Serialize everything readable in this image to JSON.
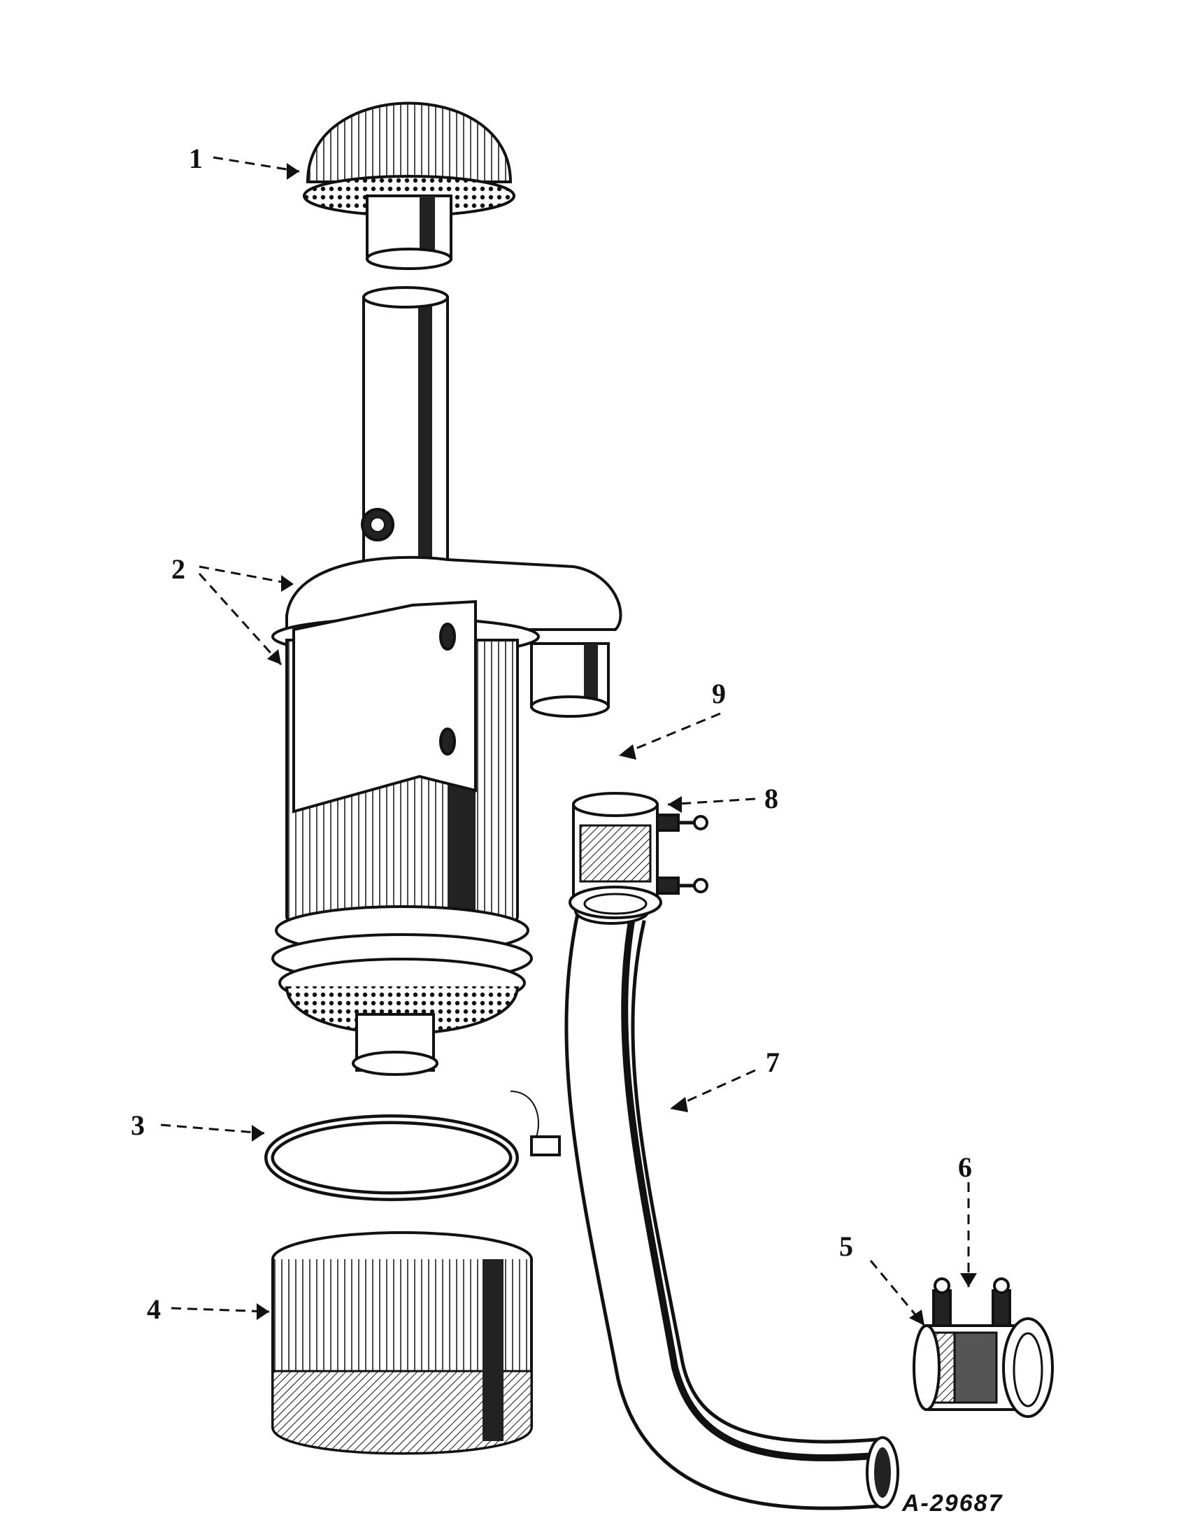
{
  "figure_id": "A-29687",
  "callouts": [
    {
      "number": "1"
    },
    {
      "number": "2"
    },
    {
      "number": "3"
    },
    {
      "number": "4"
    },
    {
      "number": "5"
    },
    {
      "number": "6"
    },
    {
      "number": "7"
    },
    {
      "number": "8"
    },
    {
      "number": "9"
    }
  ]
}
